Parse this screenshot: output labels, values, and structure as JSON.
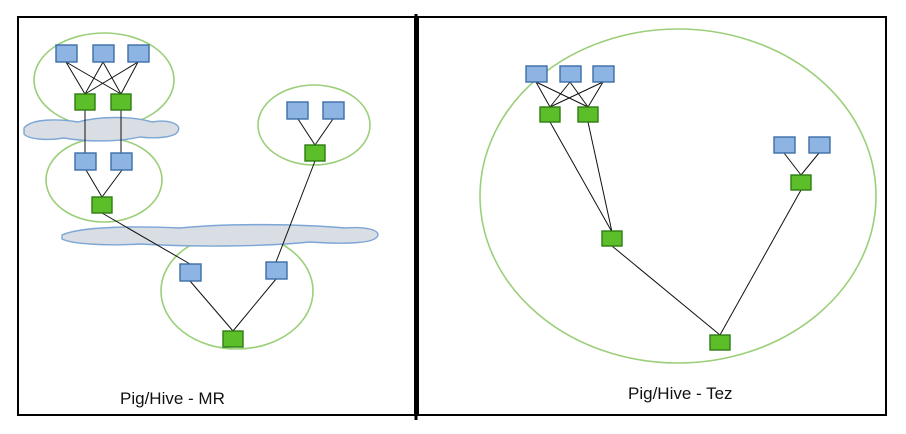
{
  "panels": {
    "left": {
      "caption": "Pig/Hive - MR"
    },
    "right": {
      "caption": "Pig/Hive - Tez"
    }
  },
  "colors": {
    "input_node_fill": "#8db4e2",
    "input_node_stroke": "#3c6ea8",
    "task_node_fill": "#5cbf2a",
    "task_node_stroke": "#2e7d14",
    "stage_ellipse": "#9bcf7a",
    "cloud_fill": "#d9dde4",
    "cloud_stroke": "#7da6d6",
    "border": "#000000"
  },
  "icons": {
    "input_node": "blue-square-node",
    "task_node": "green-square-node",
    "data_transfer": "cloud-band"
  }
}
